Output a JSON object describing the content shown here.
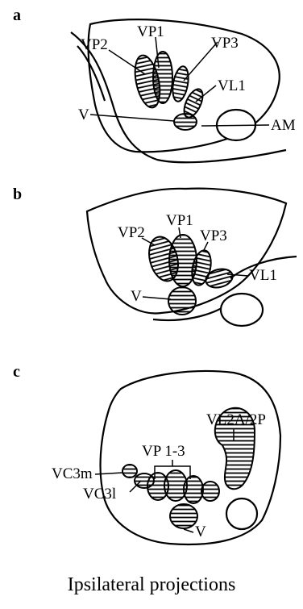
{
  "panels": [
    {
      "letter": "a",
      "labels": {
        "vp1": "VP1",
        "vp2": "VP2",
        "vp3": "VP3",
        "vl1": "VL1",
        "v": "V",
        "am": "AM"
      }
    },
    {
      "letter": "b",
      "labels": {
        "vp1": "VP1",
        "vp2": "VP2",
        "vp3": "VP3",
        "vl1": "VL1",
        "v": "V"
      }
    },
    {
      "letter": "c",
      "labels": {
        "vl2": "VL2A/2P",
        "vp13": "VP 1-3",
        "vc3m": "VC3m",
        "vc3l": "VC3l",
        "v": "V"
      }
    }
  ],
  "caption": "Ipsilateral projections"
}
